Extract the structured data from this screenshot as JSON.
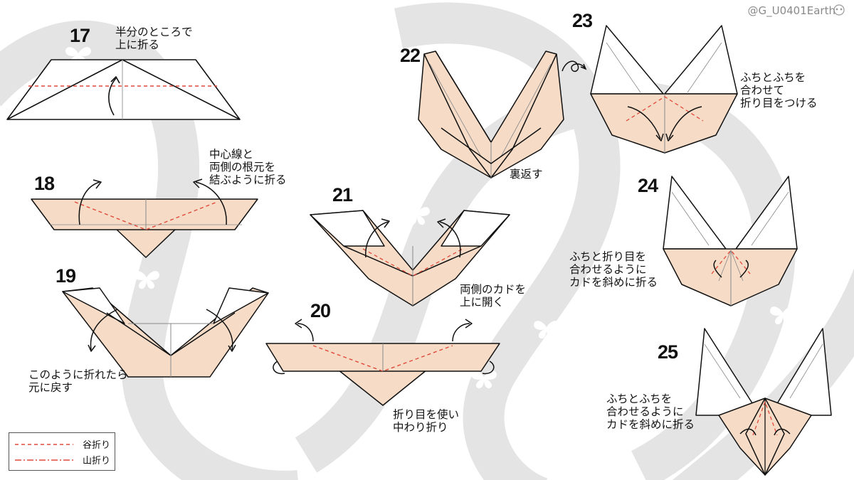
{
  "credit": "@G_U0401Earth",
  "colors": {
    "paper": "#f6dcc7",
    "line": "#111111",
    "valley_fold": "#e04a3a",
    "mountain_fold": "#e04a3a",
    "background_band": "#e6e6e6"
  },
  "steps": [
    {
      "number": "17",
      "lines": [
        "半分のところで",
        "上に折る"
      ]
    },
    {
      "number": "18",
      "lines": [
        "中心線と",
        "両側の根元を",
        "結ぶように折る"
      ]
    },
    {
      "number": "19",
      "lines": [
        "このように折れたら",
        "元に戻す"
      ]
    },
    {
      "number": "20",
      "lines": [
        "折り目を使い",
        "中わり折り"
      ]
    },
    {
      "number": "21",
      "lines": [
        "両側のカドを",
        "上に開く"
      ]
    },
    {
      "number": "22",
      "lines": [
        "裏返す"
      ]
    },
    {
      "number": "23",
      "lines": [
        "ふちとふちを",
        "合わせて",
        "折り目をつける"
      ]
    },
    {
      "number": "24",
      "lines": [
        "ふちと折り目を",
        "合わせるように",
        "カドを斜めに折る"
      ]
    },
    {
      "number": "25",
      "lines": [
        "ふちとふちを",
        "合わせるように",
        "カドを斜めに折る"
      ]
    }
  ],
  "legend": {
    "valley": "谷折り",
    "mountain": "山折り"
  },
  "icons": [
    "turn-over-icon",
    "fold-arrow-icon",
    "butterfly-silhouette-icon",
    "mascot-icon"
  ]
}
